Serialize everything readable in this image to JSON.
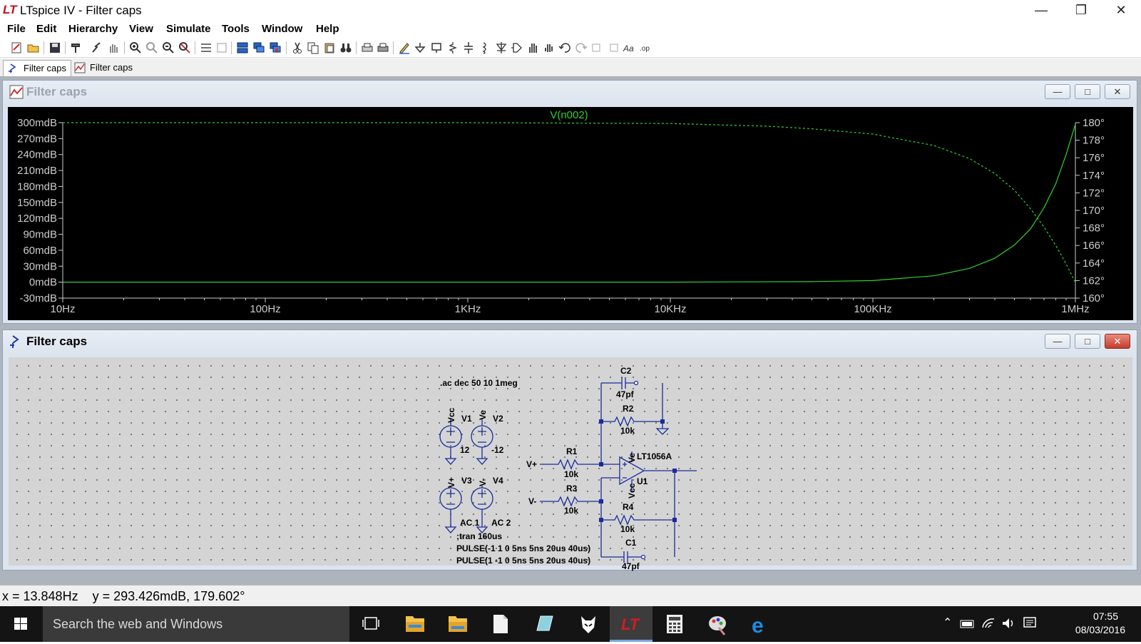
{
  "window": {
    "title": "LTspice IV - Filter caps"
  },
  "menu": [
    "File",
    "Edit",
    "Hierarchy",
    "View",
    "Simulate",
    "Tools",
    "Window",
    "Help"
  ],
  "tabs": [
    {
      "label": "Filter caps",
      "icon": "schematic-icon"
    },
    {
      "label": "Filter caps",
      "icon": "waveform-icon"
    }
  ],
  "plot_window": {
    "title": "Filter caps",
    "trace_label": "V(n002)",
    "trace_color": "#30d030"
  },
  "schematic_window": {
    "title": "Filter caps"
  },
  "chart_data": {
    "type": "line",
    "title": "",
    "xlabel": "",
    "ylabel": "",
    "x_scale": "log",
    "xlim": [
      10,
      1000000
    ],
    "x_ticks": [
      "10Hz",
      "100Hz",
      "1KHz",
      "10KHz",
      "100KHz",
      "1MHz"
    ],
    "ylim_left": [
      -30,
      300
    ],
    "y_ticks_left": [
      "300mdB",
      "270mdB",
      "240mdB",
      "210mdB",
      "180mdB",
      "150mdB",
      "120mdB",
      "90mdB",
      "60mdB",
      "30mdB",
      "0mdB",
      "-30mdB"
    ],
    "ylim_right": [
      160,
      180
    ],
    "y_ticks_right": [
      "180°",
      "178°",
      "176°",
      "174°",
      "172°",
      "170°",
      "168°",
      "166°",
      "164°",
      "162°",
      "160°"
    ],
    "grid": false,
    "series": [
      {
        "name": "V(n002)",
        "role": "magnitude",
        "axis": "left",
        "style": "solid",
        "x": [
          10,
          1000,
          10000,
          50000,
          100000,
          200000,
          300000,
          400000,
          500000,
          600000,
          700000,
          800000,
          900000,
          1000000
        ],
        "y": [
          0,
          0,
          0,
          1,
          3,
          12,
          26,
          45,
          70,
          100,
          140,
          185,
          240,
          297
        ]
      },
      {
        "name": "V(n002)",
        "role": "phase",
        "axis": "right",
        "style": "dashed",
        "x": [
          10,
          1000,
          10000,
          30000,
          50000,
          100000,
          200000,
          300000,
          400000,
          500000,
          600000,
          700000,
          800000,
          900000,
          1000000
        ],
        "y": [
          180,
          180,
          179.9,
          179.6,
          179.3,
          178.7,
          177.4,
          175.9,
          174.2,
          172.3,
          170.2,
          168.1,
          166,
          163.9,
          161.8
        ]
      }
    ]
  },
  "schematic": {
    "directive_ac": ".ac dec 50 10 1meg",
    "directive_tran": ";tran 160us",
    "pulse1": "PULSE(-1 1 0 5ns 5ns 20us 40us)",
    "pulse2": "PULSE(1 -1 0 5ns 5ns 20us 40us)",
    "v1": {
      "name": "V1",
      "value": "12",
      "net": "Vcc"
    },
    "v2": {
      "name": "V2",
      "value": "-12",
      "net": "Ve"
    },
    "v3": {
      "name": "V3",
      "value": "AC 1",
      "net": "V+"
    },
    "v4": {
      "name": "V4",
      "value": "AC 2",
      "net": "V-"
    },
    "c2": {
      "name": "C2",
      "value": "47pf"
    },
    "r2": {
      "name": "R2",
      "value": "10k"
    },
    "r1": {
      "name": "R1",
      "value": "10k",
      "net": "V+"
    },
    "r3": {
      "name": "R3",
      "value": "10k",
      "net": "V-"
    },
    "r4": {
      "name": "R4",
      "value": "10k"
    },
    "c1": {
      "name": "C1",
      "value": "47pf"
    },
    "u1": {
      "name": "U1",
      "part": "LT1056A",
      "pin_ve": "Ve",
      "pin_vcc": "Vcc"
    }
  },
  "status": {
    "text": "x = 13.848Hz    y = 293.426mdB, 179.602°"
  },
  "taskbar": {
    "search_placeholder": "Search the web and Windows",
    "time": "07:55",
    "date": "08/03/2016"
  }
}
